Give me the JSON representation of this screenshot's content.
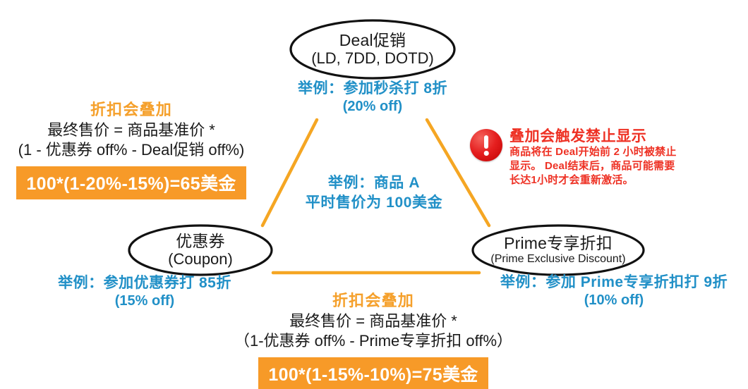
{
  "colors": {
    "line_orange": "#F5A623",
    "box_orange": "#F79A28",
    "heading_orange": "#F5A02B",
    "note_blue": "#2190C7",
    "warning_red": "#EE3124",
    "node_outline": "#111111"
  },
  "nodes": {
    "deal": {
      "title": "Deal促销",
      "subtitle": "(LD, 7DD, DOTD)",
      "note_line1": "举例：参加秒杀打 8折",
      "note_line2": "(20% off)"
    },
    "coupon": {
      "title": "优惠券",
      "subtitle": "(Coupon)",
      "note_line1": "举例：参加优惠券打 85折",
      "note_line2": "(15% off)"
    },
    "prime": {
      "title": "Prime专享折扣",
      "subtitle": "(Prime Exclusive Discount)",
      "note_line1": "举例：参加 Prime专享折扣打 9折",
      "note_line2": "(10% off)"
    }
  },
  "center": {
    "line1": "举例：商品 A",
    "line2": "平时售价为 100美金"
  },
  "formula_left": {
    "title": "折扣会叠加",
    "line1": "最终售价 = 商品基准价 *",
    "line2": "(1 - 优惠券 off% - Deal促销 off%)",
    "result": "100*(1-20%-15%)=65美金"
  },
  "formula_bottom": {
    "title": "折扣会叠加",
    "line1": "最终售价 = 商品基准价 *",
    "line2": "（1-优惠券 off% - Prime专享折扣 off%）",
    "result": "100*(1-15%-10%)=75美金"
  },
  "warning": {
    "icon": "exclamation-circle-icon",
    "title": "叠加会触发禁止显示",
    "body_line1": "商品将在 Deal开始前 2 小时被禁止",
    "body_line2": "显示。 Deal结束后，商品可能需要",
    "body_line3": "长达1小时才会重新激活。"
  }
}
